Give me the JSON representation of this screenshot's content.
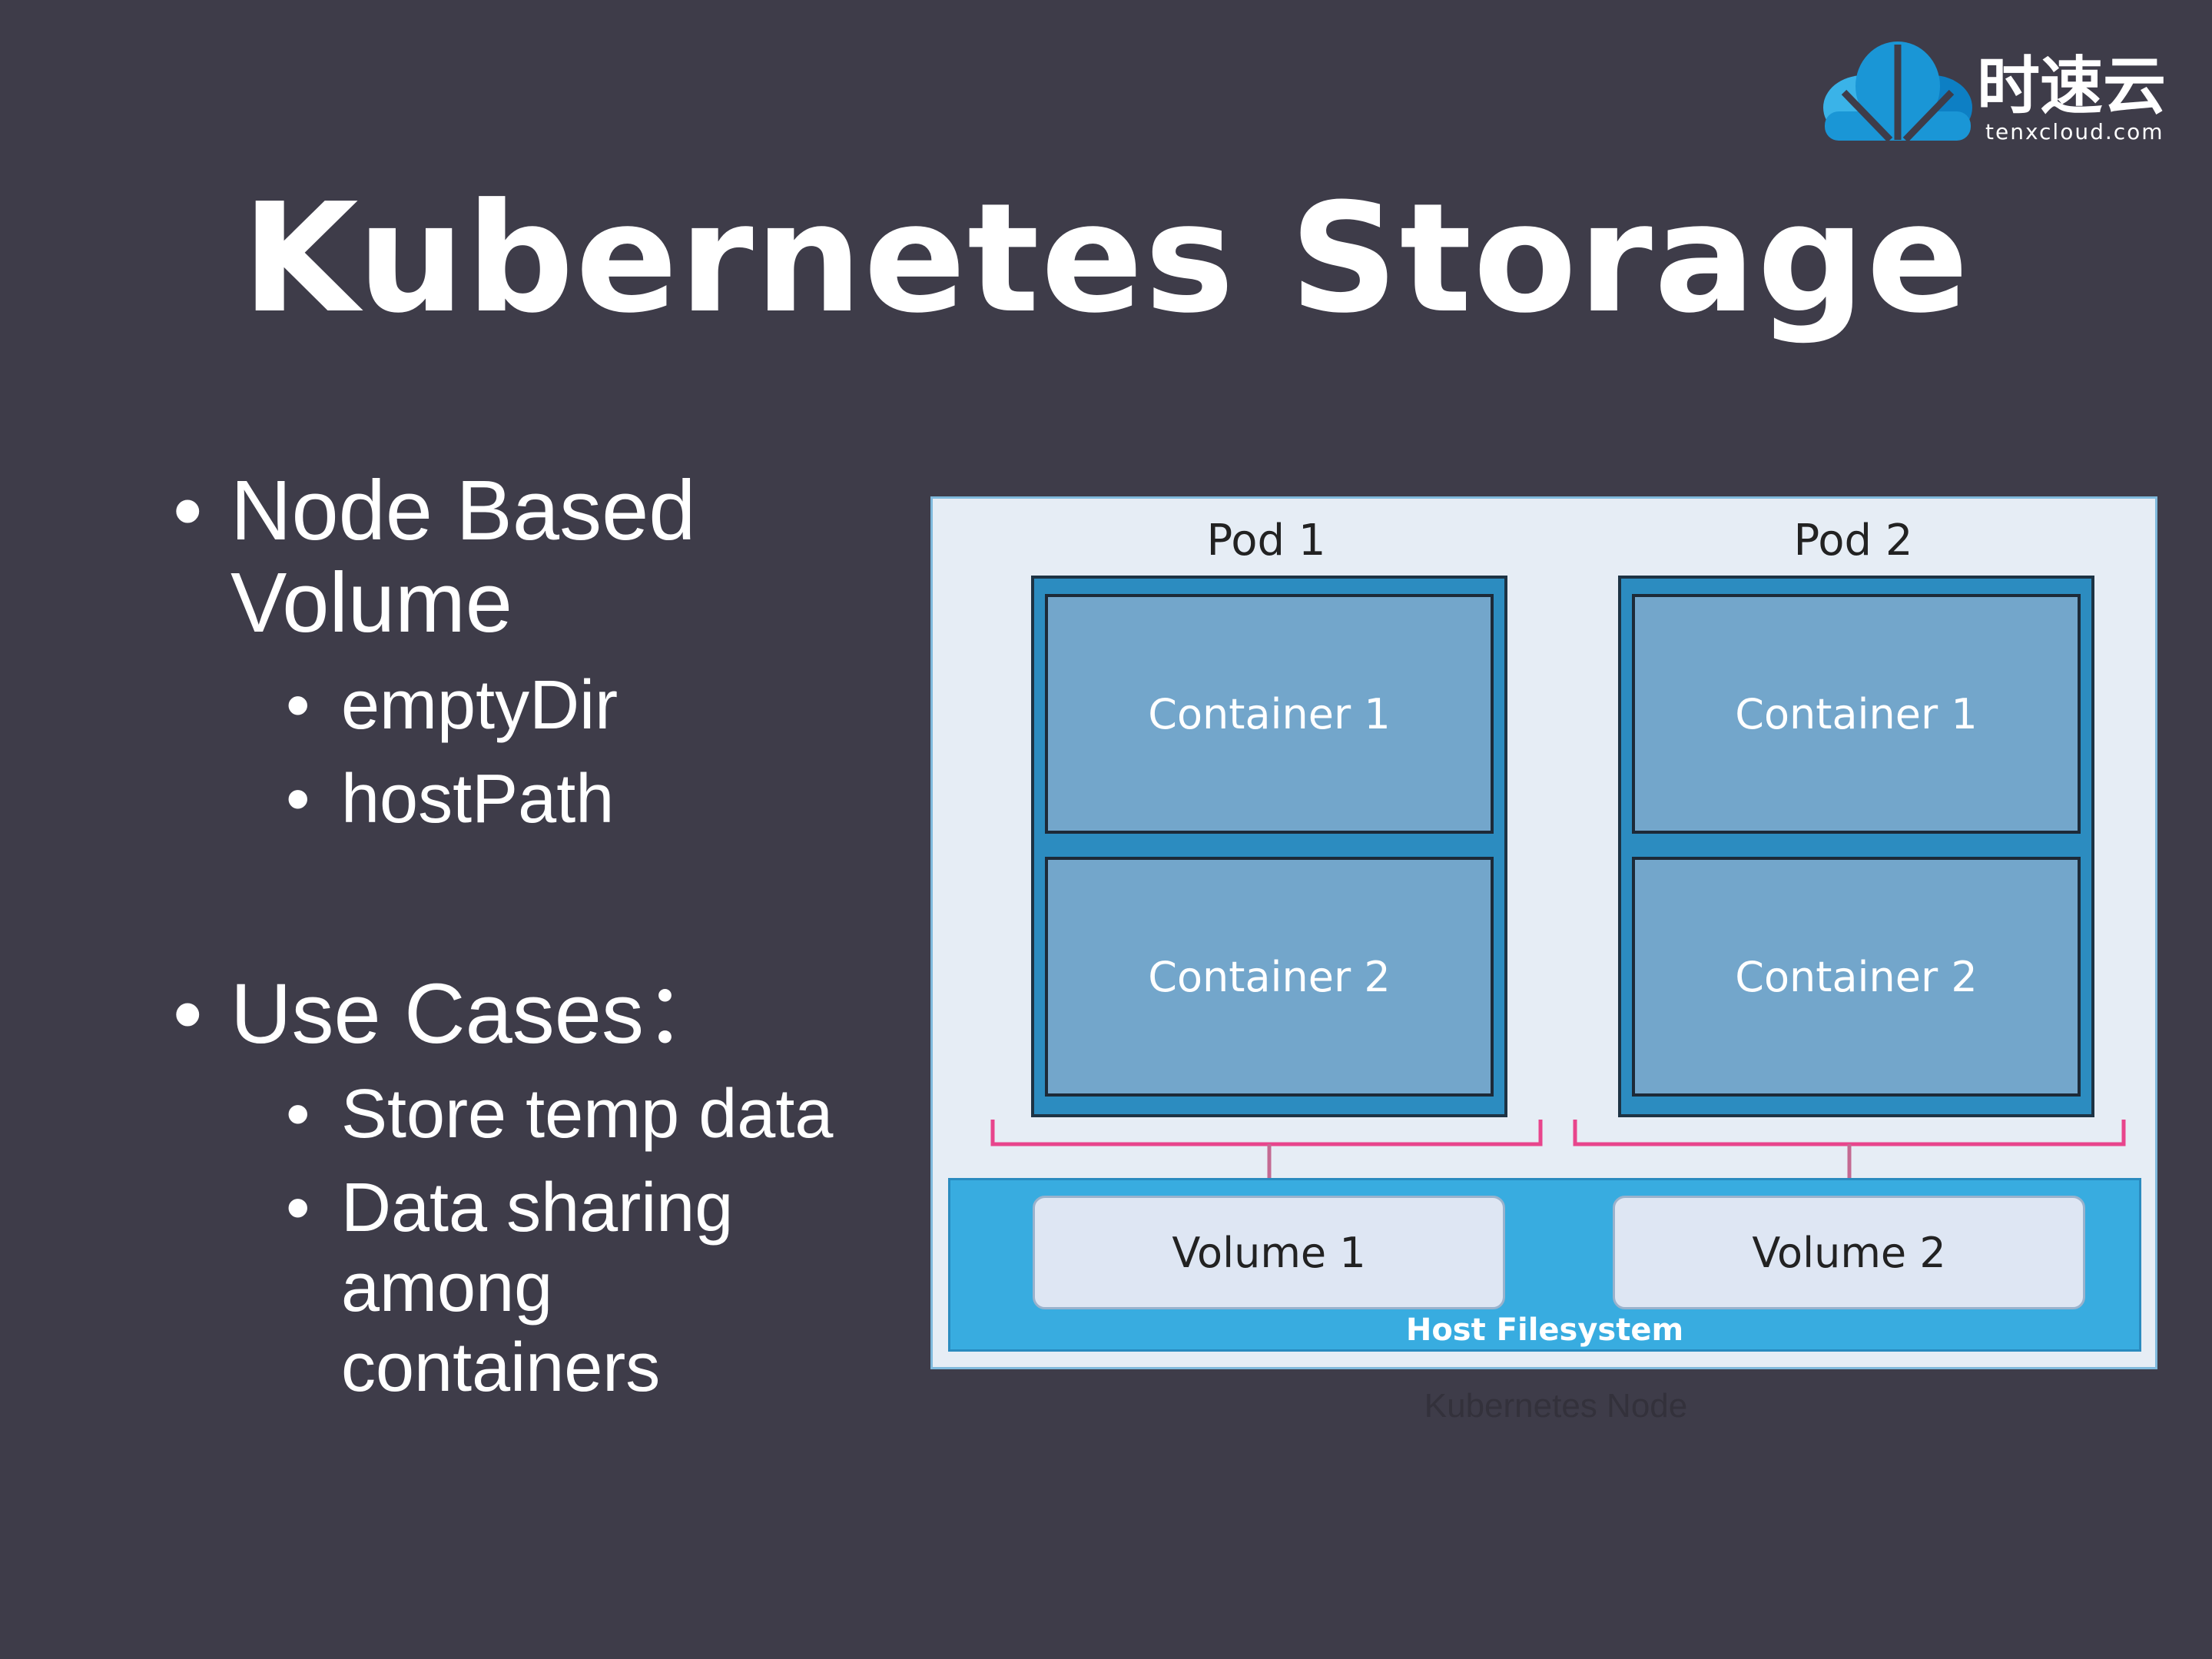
{
  "slide": {
    "title": "Kubernetes Storage"
  },
  "logo": {
    "chinese_name": "时速云",
    "domain": "tenxcloud.com",
    "colors": {
      "cloud_dark": "#0d7fc4",
      "cloud_light": "#3ab3e8"
    }
  },
  "bullets": [
    {
      "text": "Node Based Volume",
      "lines": [
        "Node Based",
        "Volume"
      ],
      "children": [
        {
          "text": "emptyDir"
        },
        {
          "text": "hostPath"
        }
      ]
    },
    {
      "text": "Use Cases：",
      "lines": [
        "Use Cases："
      ],
      "children": [
        {
          "text": "Store temp data",
          "lines": [
            "Store temp data"
          ]
        },
        {
          "text": "Data sharing among containers",
          "lines": [
            "Data sharing",
            "among",
            "containers"
          ]
        }
      ]
    }
  ],
  "diagram": {
    "pods": [
      {
        "label": "Pod 1",
        "containers": [
          "Container 1",
          "Container 2"
        ],
        "volume": "Volume 1"
      },
      {
        "label": "Pod 2",
        "containers": [
          "Container 1",
          "Container 2"
        ],
        "volume": "Volume 2"
      }
    ],
    "host_label": "Host Filesystem",
    "node_caption": "Kubernetes Node",
    "colors": {
      "background": "#e6edf5",
      "pod": "#2c8cc0",
      "container": "#73a6cb",
      "host": "#38ace0",
      "volume": "#dee6f3",
      "connector": "#e8458c"
    }
  }
}
